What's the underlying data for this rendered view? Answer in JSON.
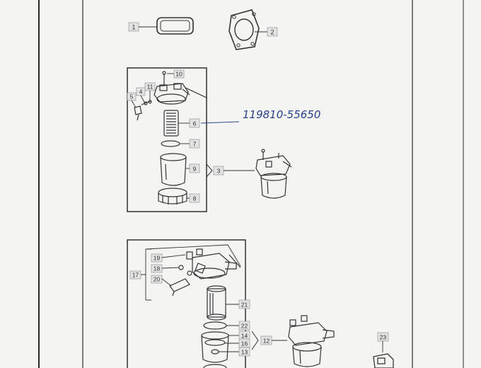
{
  "callouts": {
    "p1": "1",
    "p2": "2",
    "p3": "3",
    "p4": "4",
    "p5": "5",
    "p6": "6",
    "p7": "7",
    "p8": "8",
    "p9": "9",
    "p10": "10",
    "p11": "11",
    "p12": "12",
    "p13": "13",
    "p14": "14",
    "p16": "16",
    "p17": "17",
    "p18": "18",
    "p19": "19",
    "p20": "20",
    "p21": "21",
    "p22": "22",
    "p23": "23"
  },
  "handwritten_note": "119810-55650"
}
